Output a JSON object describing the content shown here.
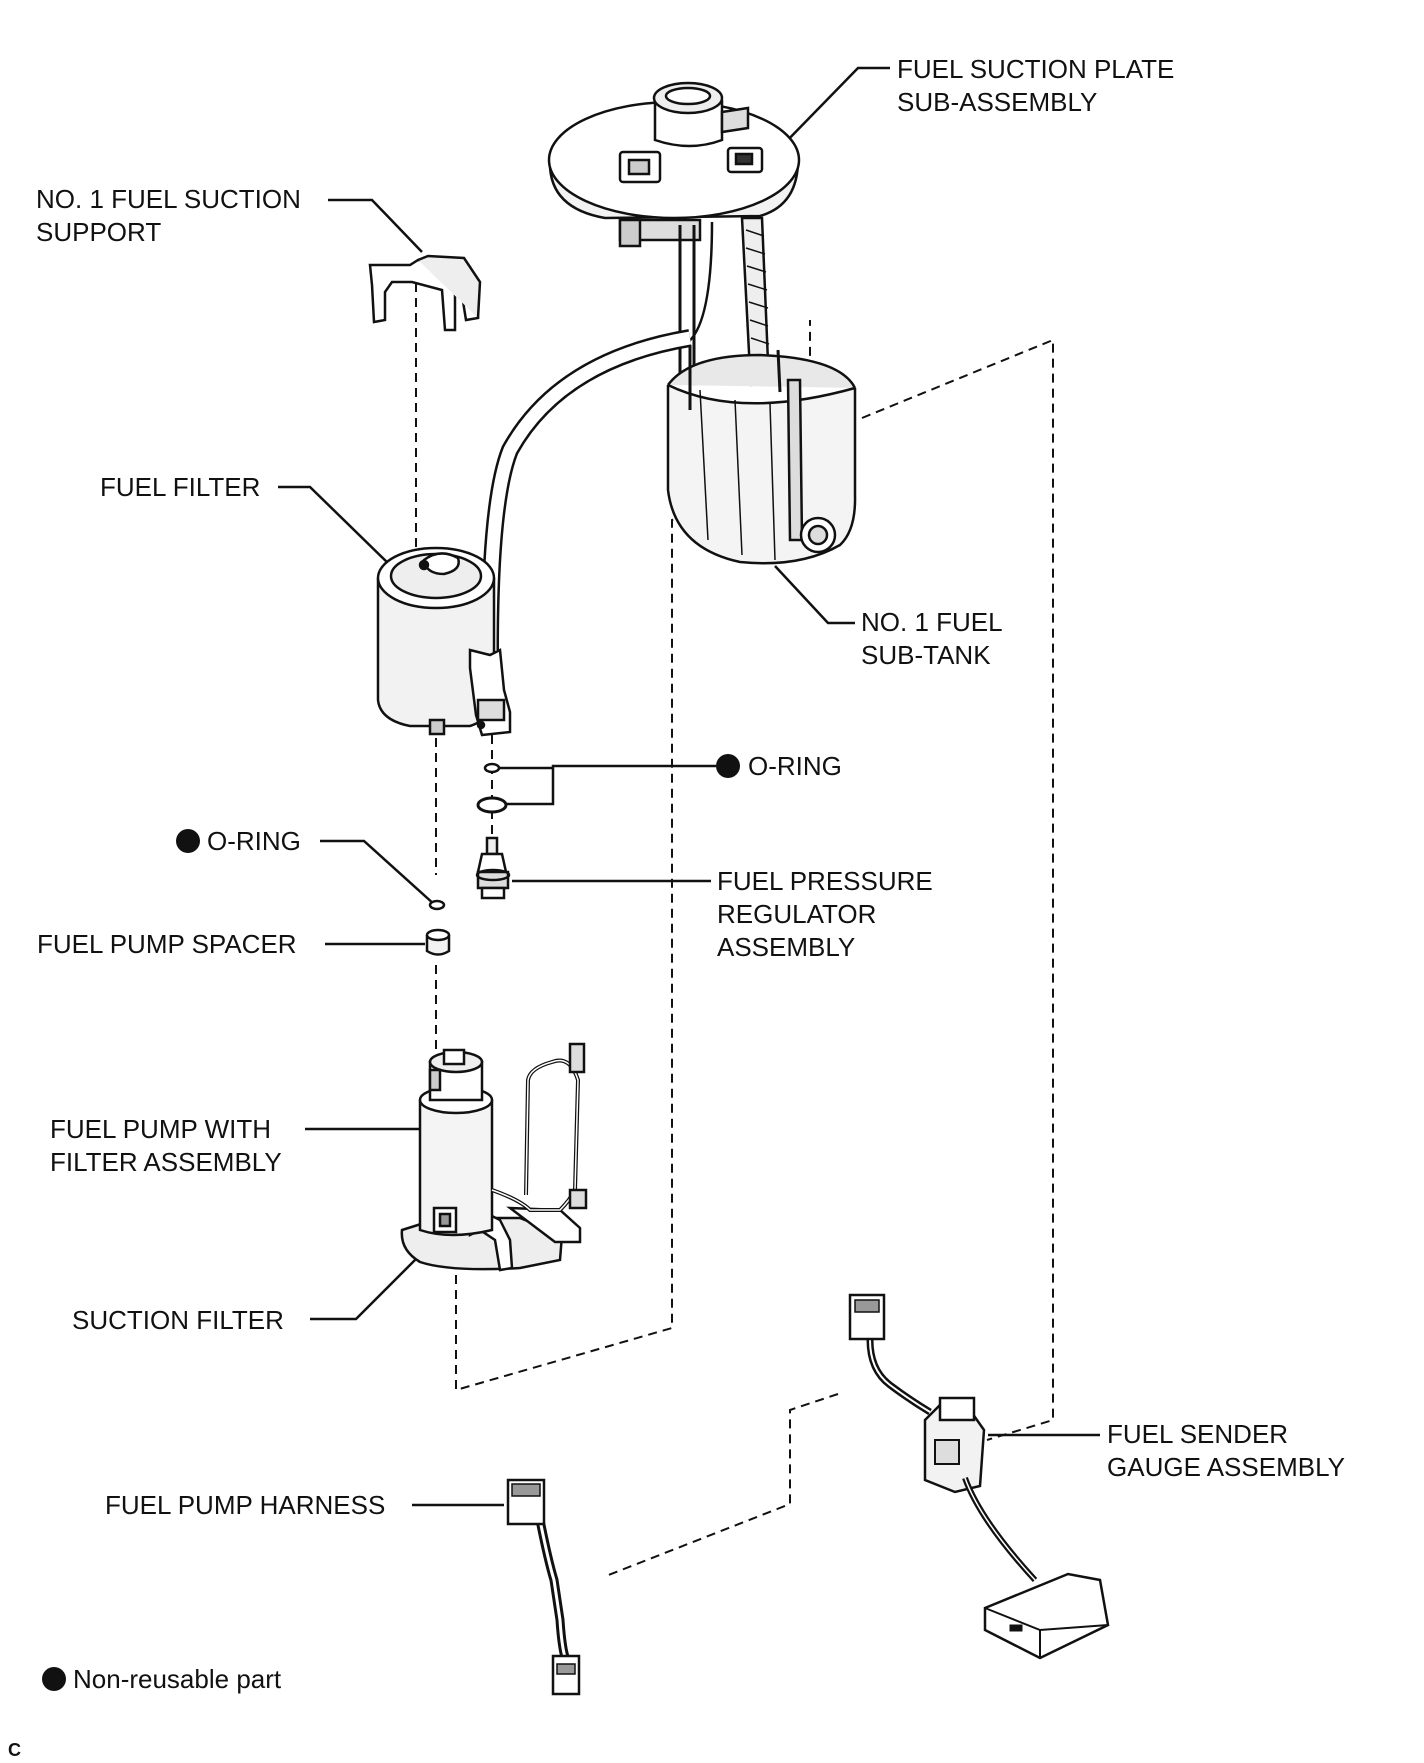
{
  "labels": {
    "fuel_suction_plate": [
      "FUEL SUCTION PLATE",
      "SUB-ASSEMBLY"
    ],
    "no1_fuel_suction_support": [
      "NO. 1 FUEL SUCTION",
      "SUPPORT"
    ],
    "fuel_filter": [
      "FUEL FILTER"
    ],
    "no1_fuel_sub_tank": [
      "NO. 1 FUEL",
      "SUB-TANK"
    ],
    "o_ring_right": [
      "O-RING"
    ],
    "o_ring_left": [
      "O-RING"
    ],
    "fuel_pressure_regulator": [
      "FUEL PRESSURE",
      "REGULATOR",
      "ASSEMBLY"
    ],
    "fuel_pump_spacer": [
      "FUEL PUMP SPACER"
    ],
    "fuel_pump_with_filter": [
      "FUEL PUMP WITH",
      "FILTER ASSEMBLY"
    ],
    "suction_filter": [
      "SUCTION FILTER"
    ],
    "fuel_sender_gauge": [
      "FUEL SENDER",
      "GAUGE ASSEMBLY"
    ],
    "fuel_pump_harness": [
      "FUEL PUMP HARNESS"
    ]
  },
  "legend": {
    "text": "Non-reusable part"
  },
  "corner_mark": "C"
}
